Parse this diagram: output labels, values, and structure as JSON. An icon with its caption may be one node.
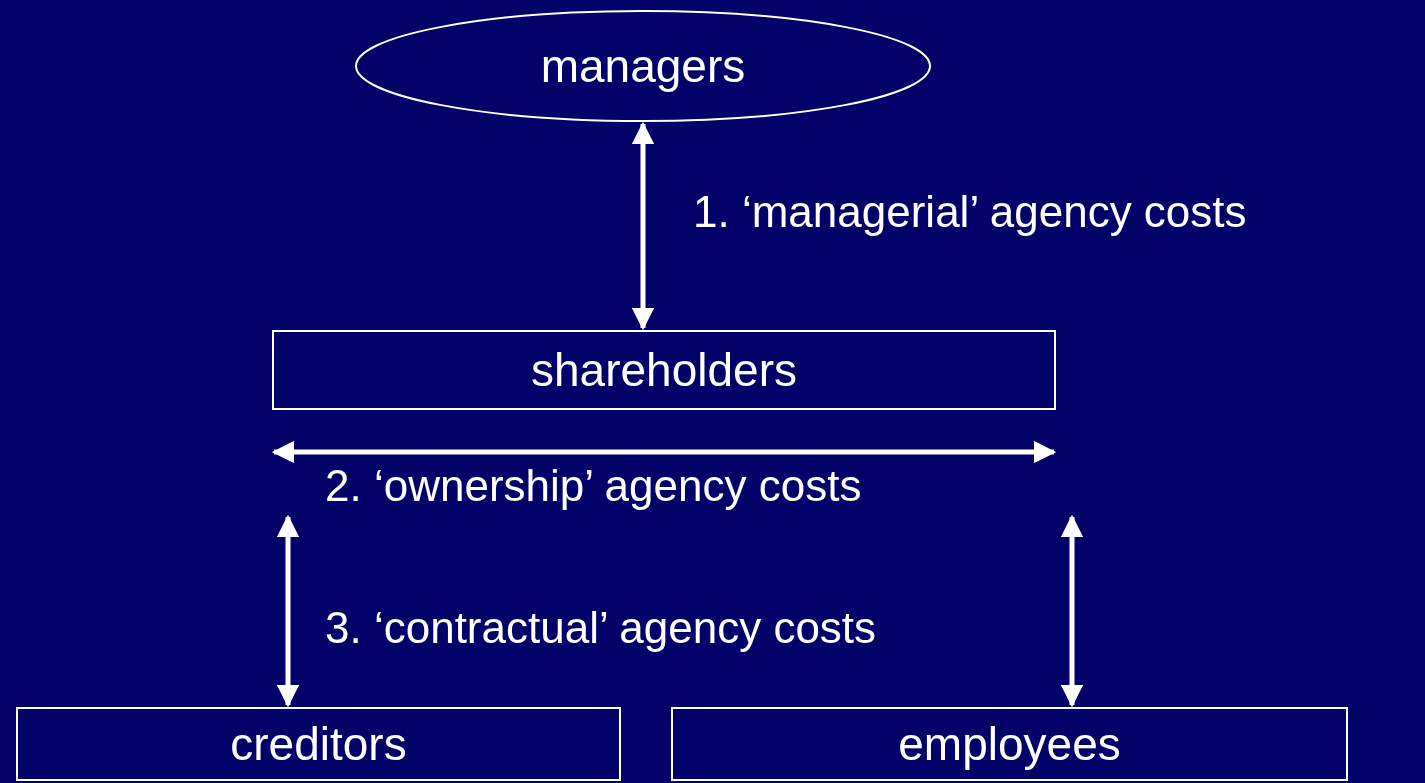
{
  "diagram": {
    "nodes": [
      {
        "text": [
          "managers"
        ]
      },
      {
        "text": [
          "shareholders"
        ]
      },
      {
        "text": [
          "creditors"
        ]
      },
      {
        "text": [
          "employees"
        ]
      }
    ],
    "edges": [
      {
        "from": 0,
        "to": 1,
        "arrow": "both",
        "label": "1. ‘managerial’ agency costs"
      },
      {
        "from": 1,
        "to": 2,
        "arrow": "both"
      },
      {
        "from": 1,
        "to": 3,
        "arrow": "both"
      }
    ],
    "labels": [
      "2. ‘ownership’ agency costs",
      "3. ‘contractual’ agency costs"
    ]
  }
}
